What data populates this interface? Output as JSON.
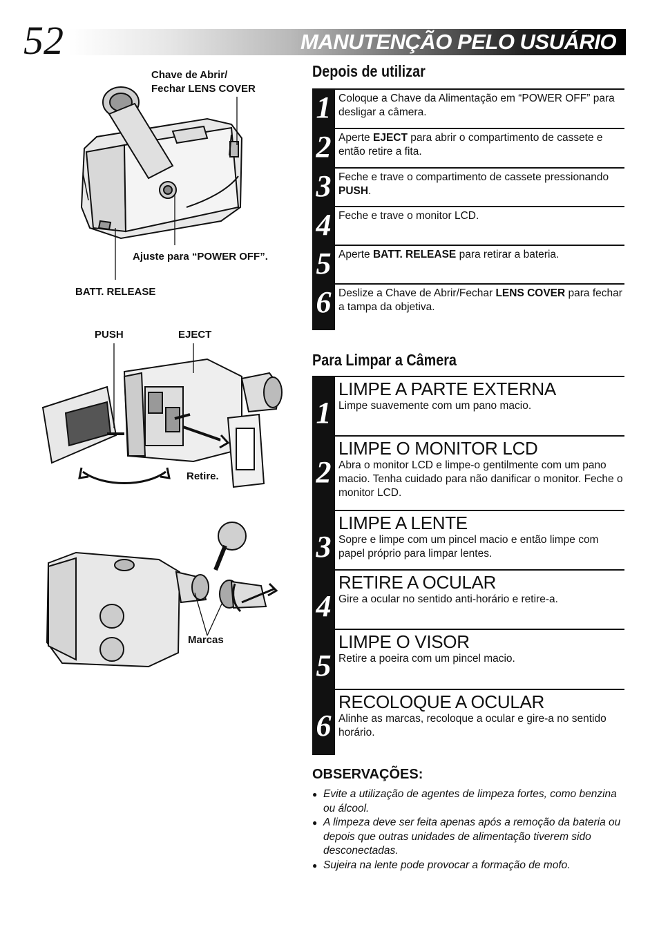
{
  "header": {
    "page_number": "52",
    "title": "MANUTENÇÃO PELO USUÁRIO"
  },
  "section1": {
    "heading": "Depois de utilizar",
    "steps": [
      {
        "num": "1",
        "parts": [
          "Coloque a Chave da Alimentação em “POWER OFF” para desligar a câmera."
        ]
      },
      {
        "num": "2",
        "parts": [
          "Aperte ",
          "EJECT",
          " para abrir o compartimento de cassete e então retire a fita."
        ]
      },
      {
        "num": "3",
        "parts": [
          "Feche e trave o compartimento de cassete pressionando ",
          "PUSH",
          "."
        ]
      },
      {
        "num": "4",
        "parts": [
          "Feche e trave o monitor LCD."
        ]
      },
      {
        "num": "5",
        "parts": [
          "Aperte ",
          "BATT. RELEASE",
          " para retirar a bateria."
        ]
      },
      {
        "num": "6",
        "parts": [
          "Deslize a Chave de Abrir/Fechar ",
          "LENS COVER",
          " para fechar a tampa da objetiva."
        ]
      }
    ]
  },
  "section2": {
    "heading": "Para Limpar a Câmera",
    "steps": [
      {
        "num": "1",
        "title": "LIMPE A PARTE EXTERNA",
        "text": "Limpe suavemente com um pano macio."
      },
      {
        "num": "2",
        "title": "LIMPE O MONITOR LCD",
        "text": "Abra o monitor LCD e limpe-o gentilmente com um pano macio. Tenha cuidado para não danificar o monitor. Feche o monitor LCD."
      },
      {
        "num": "3",
        "title": "LIMPE A LENTE",
        "text": "Sopre e limpe com um pincel macio e então limpe com papel próprio para limpar lentes."
      },
      {
        "num": "4",
        "title": "RETIRE A OCULAR",
        "text": "Gire a ocular no sentido anti-horário e retire-a."
      },
      {
        "num": "5",
        "title": "LIMPE O VISOR",
        "text": "Retire a poeira com um pincel macio."
      },
      {
        "num": "6",
        "title": "RECOLOQUE A OCULAR",
        "text": "Alinhe as marcas, recoloque a ocular e gire-a no sentido horário."
      }
    ]
  },
  "notes": {
    "heading": "OBSERVAÇÕES:",
    "items": [
      "Evite a utilização de agentes de limpeza fortes, como benzina ou álcool.",
      "A limpeza deve ser feita apenas após a remoção da bateria ou depois que outras unidades de alimentação tiverem sido desconectadas.",
      "Sujeira na lente pode provocar a formação de mofo."
    ]
  },
  "callouts": {
    "lens_cover_1": "Chave de Abrir/",
    "lens_cover_2": "Fechar LENS COVER",
    "power_off": "Ajuste para “POWER OFF”.",
    "batt_release": "BATT. RELEASE",
    "push": "PUSH",
    "eject": "EJECT",
    "retire": "Retire.",
    "marcas": "Marcas"
  }
}
